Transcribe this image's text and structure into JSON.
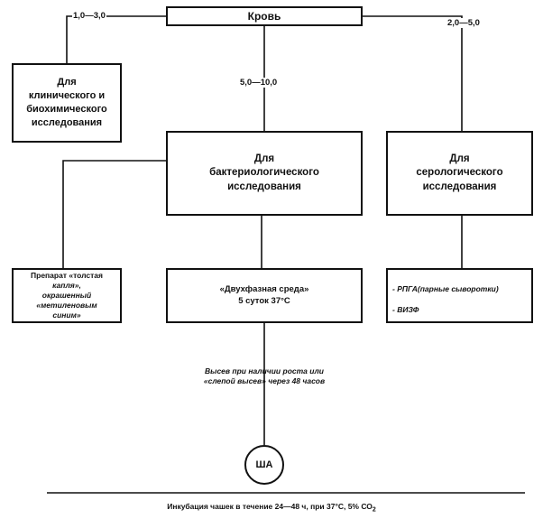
{
  "blood_label": "Кровь",
  "edges": {
    "left_amount": "1,0—3,0",
    "center_amount": "5,0—10,0",
    "right_amount": "2,0—5,0"
  },
  "clinical_box": {
    "lines": [
      "Для",
      "клинического и",
      "биохимического",
      "исследования"
    ]
  },
  "bacteriological_box": {
    "lines": [
      "Для",
      "бактериологического",
      "исследования"
    ]
  },
  "serological_box": {
    "lines": [
      "Для",
      "серологического",
      "исследования"
    ]
  },
  "smear_box": {
    "line1": "Препарат «толстая",
    "line2": "капля»,",
    "line3": "окрашенный",
    "line4": "«метиленовым",
    "line5": "синим»"
  },
  "biphasic_box": {
    "line1": "«Двухфазная среда»",
    "line2": "5 суток 37°С"
  },
  "serology_tests": {
    "item1": "- РПГА(парные сыворотки)",
    "item2": "- ВИЗФ"
  },
  "subculture_note": {
    "line1": "Высев при наличии",
    "line2": "роста или «слепой высев»",
    "line3": "через 48 часов"
  },
  "final_node": "ША",
  "footer": {
    "text": "Инкубация чашек в течение 24—48 ч, при 37°С, 5% СО",
    "subscript": "2"
  }
}
